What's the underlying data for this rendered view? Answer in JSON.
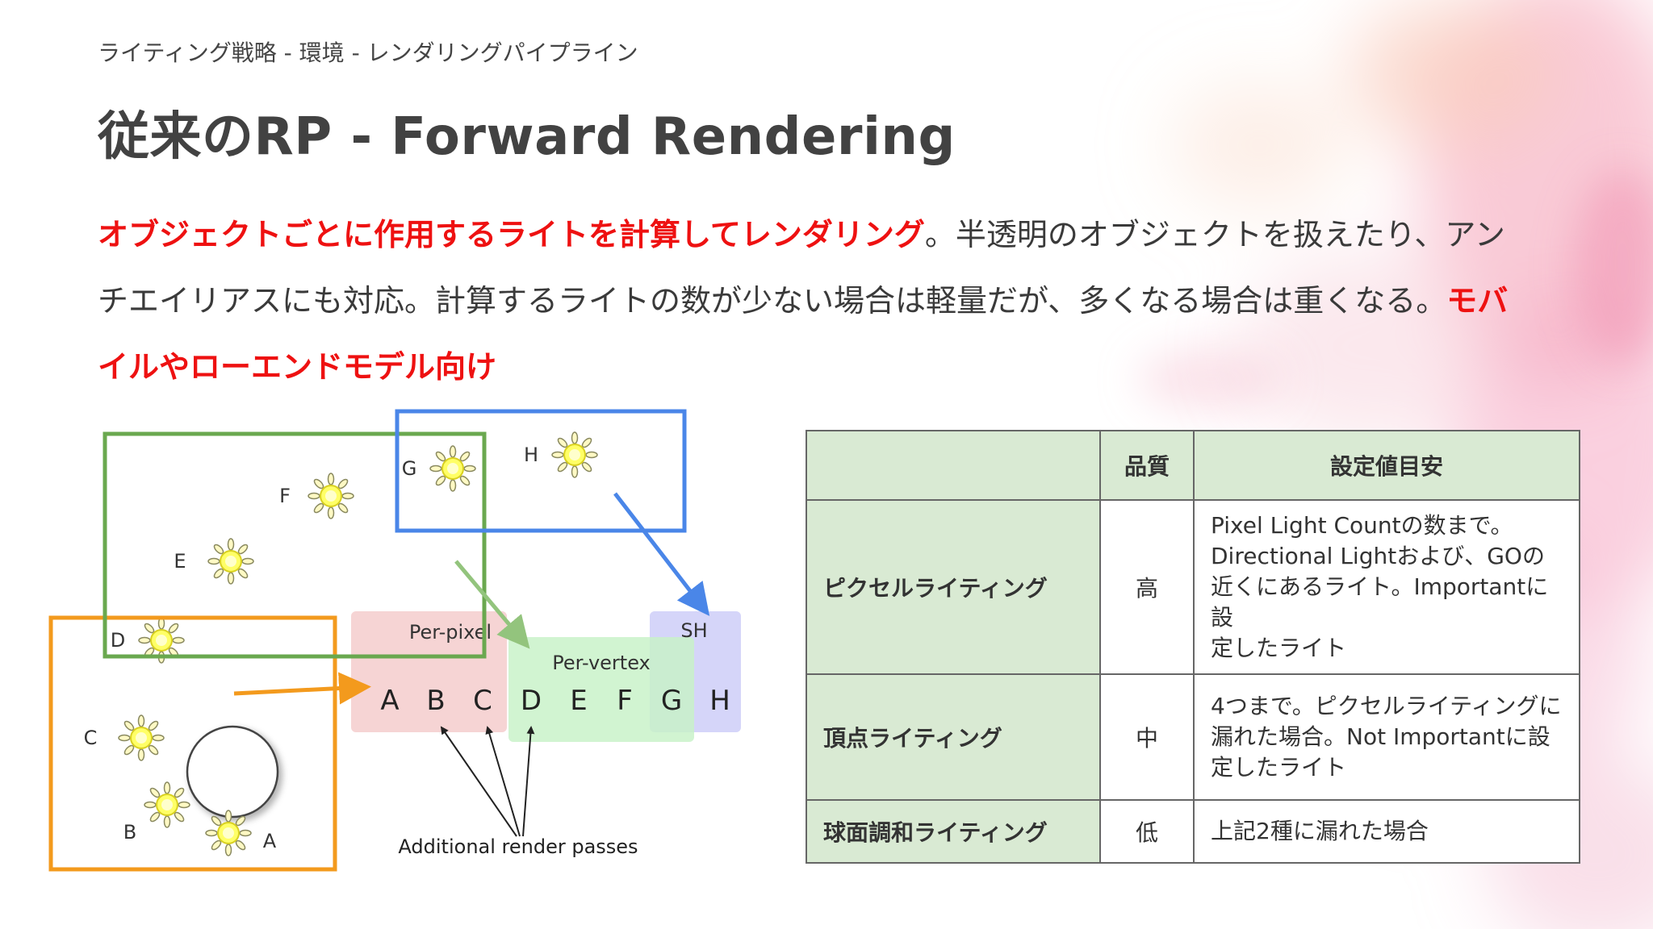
{
  "header": {
    "breadcrumb": "ライティング戦略 - 環境 - レンダリングパイプライン",
    "title": "従来のRP - Forward Rendering"
  },
  "body": {
    "emphasis_1": "オブジェクトごとに作用するライトを計算してレンダリング",
    "text_1": "。半透明のオブジェクトを扱えたり、アンチエイリアスにも対応。計算するライトの数が少ない場合は軽量だが、多くなる場合は重くなる。",
    "emphasis_2": "モバイルやローエンドモデル向け"
  },
  "diagram": {
    "lights": [
      "A",
      "B",
      "C",
      "D",
      "E",
      "F",
      "G",
      "H"
    ],
    "per_pixel_label": "Per-pixel",
    "per_vertex_label": "Per-vertex",
    "sh_label": "SH",
    "render_passes_label": "Additional render passes",
    "colors": {
      "orange": "#f39a1d",
      "green": "#6aa84f",
      "blue": "#4a86e8",
      "light_green_arrow": "#93c47d",
      "per_pixel_bg": "#f4cccc",
      "per_vertex_bg": "#c9f2c9",
      "sh_bg": "#d0d0f8"
    }
  },
  "table": {
    "headers": [
      "",
      "品質",
      "設定値目安"
    ],
    "rows": [
      {
        "name": "ピクセルライティング",
        "quality": "高",
        "guide_lines": [
          "Pixel Light Countの数まで。",
          "Directional Lightおよび、GOの",
          "近くにあるライト。Importantに設",
          "定したライト"
        ]
      },
      {
        "name": "頂点ライティング",
        "quality": "中",
        "guide_lines": [
          "4つまで。ピクセルライティングに",
          "漏れた場合。Not Importantに設",
          "定したライト"
        ]
      },
      {
        "name": "球面調和ライティング",
        "quality": "低",
        "guide_lines": [
          "上記2種に漏れた場合"
        ]
      }
    ],
    "colors": {
      "name_bg": "#d9ead3",
      "border": "#666666"
    }
  }
}
